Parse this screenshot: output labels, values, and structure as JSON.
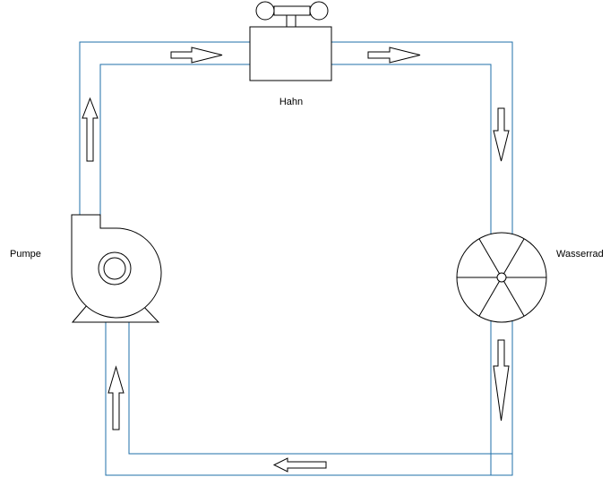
{
  "labels": {
    "tap": "Hahn",
    "pump": "Pumpe",
    "waterwheel": "Wasserrad"
  },
  "colors": {
    "pipe": "#1f6fa8",
    "outline": "#000000",
    "fill": "#ffffff"
  },
  "icons": {
    "tap": "tap-valve-icon",
    "pump": "centrifugal-pump-icon",
    "waterwheel": "water-wheel-icon",
    "flow": "flow-arrow-icon"
  }
}
